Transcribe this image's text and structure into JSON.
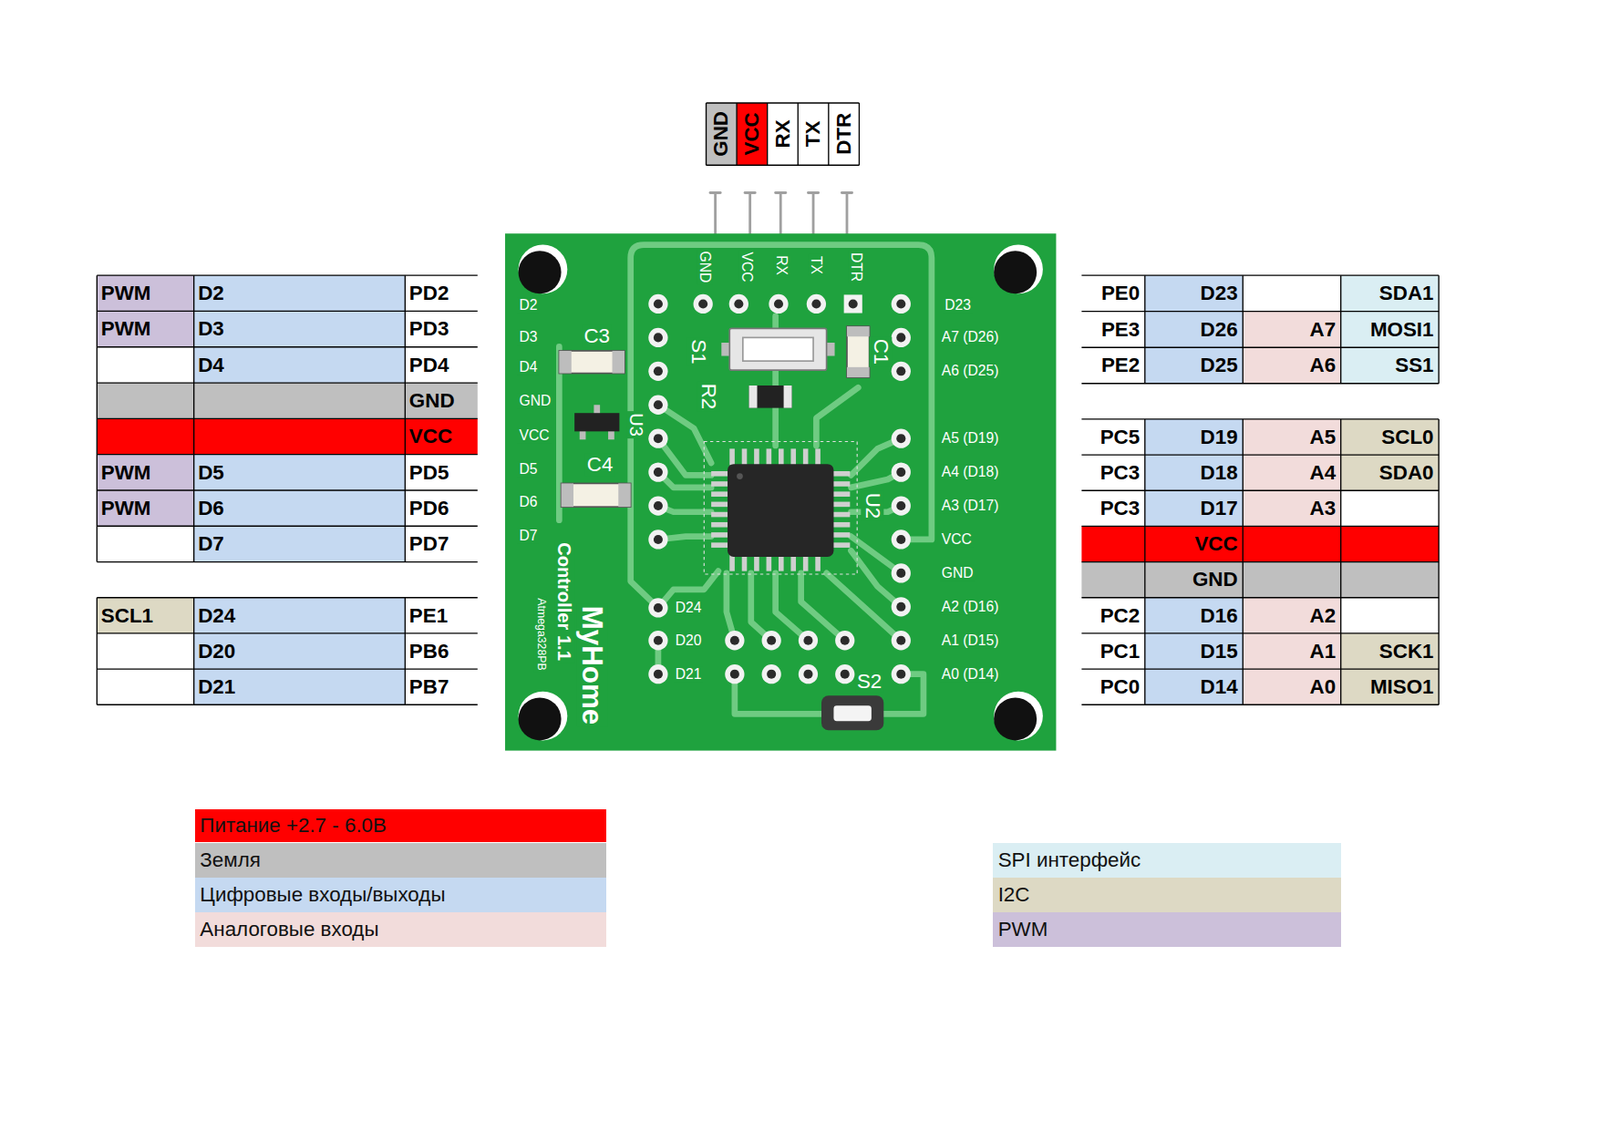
{
  "diagram": {
    "labels": [
      "GND",
      "VCC",
      "RX",
      "TX",
      "DTR",
      "PWM",
      "D2",
      "PD2",
      "PWM",
      "D3",
      "PD3",
      "D4",
      "PD4",
      "GND",
      "VCC",
      "PWM",
      "D5",
      "PD5",
      "PWM",
      "D6",
      "PD6",
      "D7",
      "PD7",
      "SCL1",
      "D24",
      "PE1",
      "D20",
      "PB6",
      "D21",
      "PB7",
      "PE0",
      "D23",
      "SDA1",
      "PE3",
      "D26",
      "A7",
      "MOSI1",
      "PE2",
      "D25",
      "A6",
      "SS1",
      "PC5",
      "D19",
      "A5",
      "SCL0",
      "PC3",
      "D18",
      "A4",
      "SDA0",
      "PC3",
      "D17",
      "A3",
      "VCC",
      "GND",
      "PC2",
      "D16",
      "A2",
      "PC1",
      "D15",
      "A1",
      "SCK1",
      "PC0",
      "D14",
      "A0",
      "MISO1",
      "GND",
      "VCC",
      "RX",
      "TX",
      "DTR",
      "D2",
      "D3",
      "D4",
      "GND",
      "VCC",
      "D5",
      "D6",
      "D7",
      "D23",
      "A7 (D26)",
      "A6 (D25)",
      "A5 (D19)",
      "A4 (D18)",
      "A3 (D17)",
      "VCC",
      "GND",
      "A2 (D16)",
      "A1 (D15)",
      "A0 (D14)",
      "D24",
      "D20",
      "D21",
      "C3",
      "C4",
      "U3",
      "S1",
      "R2",
      "C1",
      "U2",
      "S2",
      "MyHome",
      "Controller 1.1",
      "Atmega328PB"
    ],
    "legend": [
      {
        "text": "Питание +2.7 - 6.0В",
        "color": "#ff0000"
      },
      {
        "text": "Земля",
        "color": "#bfbfbf"
      },
      {
        "text": "Цифровые входы/выходы",
        "color": "#c5d9f1"
      },
      {
        "text": "Аналоговые входы",
        "color": "#f2dcdb"
      },
      {
        "text": "SPI интерфейс",
        "color": "#daeef3"
      },
      {
        "text": "I2C",
        "color": "#ddd9c4"
      },
      {
        "text": "PWM",
        "color": "#ccc0da"
      }
    ]
  }
}
